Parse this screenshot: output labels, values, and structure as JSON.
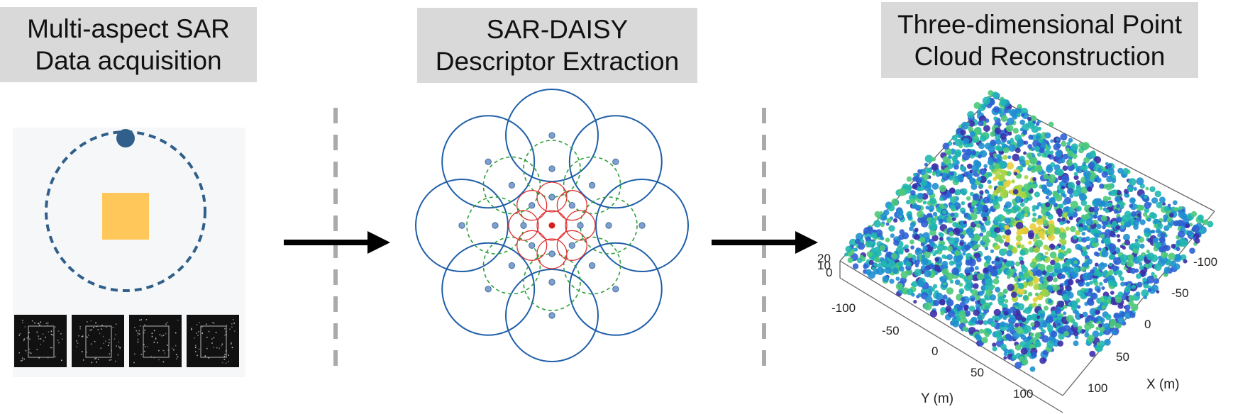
{
  "stages": [
    {
      "title_line1": "Multi-aspect SAR",
      "title_line2": "Data acquisition"
    },
    {
      "title_line1": "SAR-DAISY",
      "title_line2": "Descriptor Extraction"
    },
    {
      "title_line1": "Three-dimensional Point",
      "title_line2": "Cloud Reconstruction"
    }
  ],
  "colors": {
    "title_bg": "#d9d9d9",
    "orbit": "#2f5f8a",
    "target": "#ffc75a",
    "daisy_outer": "#1f5fa8",
    "daisy_middle": "#2e9e3a",
    "daisy_inner": "#e03030",
    "daisy_center": "#d62020",
    "divider": "#aaaaaa",
    "arrow": "#000000"
  },
  "plot": {
    "x_label": "X (m)",
    "y_label": "Y (m)",
    "x_ticks": [
      "-100",
      "-50",
      "0",
      "50",
      "100"
    ],
    "y_ticks": [
      "-100",
      "-50",
      "0",
      "50",
      "100"
    ],
    "z_ticks": [
      "20",
      "10",
      "0"
    ]
  }
}
